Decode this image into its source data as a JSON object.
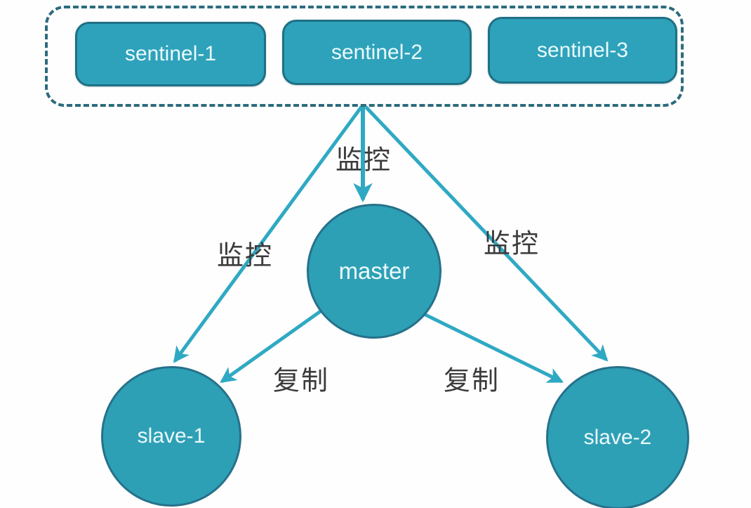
{
  "diagram": {
    "type": "architecture-diagram",
    "topic": "redis-sentinel-replication",
    "colors": {
      "node_fill": "#2ea2ba",
      "node_border": "#1f7085",
      "circle_fill": "#2ea0b6",
      "arrow": "#2fa9c3",
      "group_dashed_border": "#2d6b7d",
      "edge_label_text": "#3b3b3b",
      "node_text": "#eafafd",
      "background": "#fefefe"
    },
    "sentinel_group": {
      "items": [
        {
          "label": "sentinel-1"
        },
        {
          "label": "sentinel-2"
        },
        {
          "label": "sentinel-3"
        }
      ]
    },
    "nodes": {
      "master": {
        "label": "master",
        "shape": "circle"
      },
      "slave1": {
        "label": "slave-1",
        "shape": "circle"
      },
      "slave2": {
        "label": "slave-2",
        "shape": "circle"
      }
    },
    "edges": [
      {
        "from": "sentinel-group",
        "to": "master",
        "label": "监控"
      },
      {
        "from": "sentinel-group",
        "to": "slave-1",
        "label": "监控"
      },
      {
        "from": "sentinel-group",
        "to": "slave-2",
        "label": "监控"
      },
      {
        "from": "master",
        "to": "slave-1",
        "label": "复制"
      },
      {
        "from": "master",
        "to": "slave-2",
        "label": "复制"
      }
    ]
  }
}
